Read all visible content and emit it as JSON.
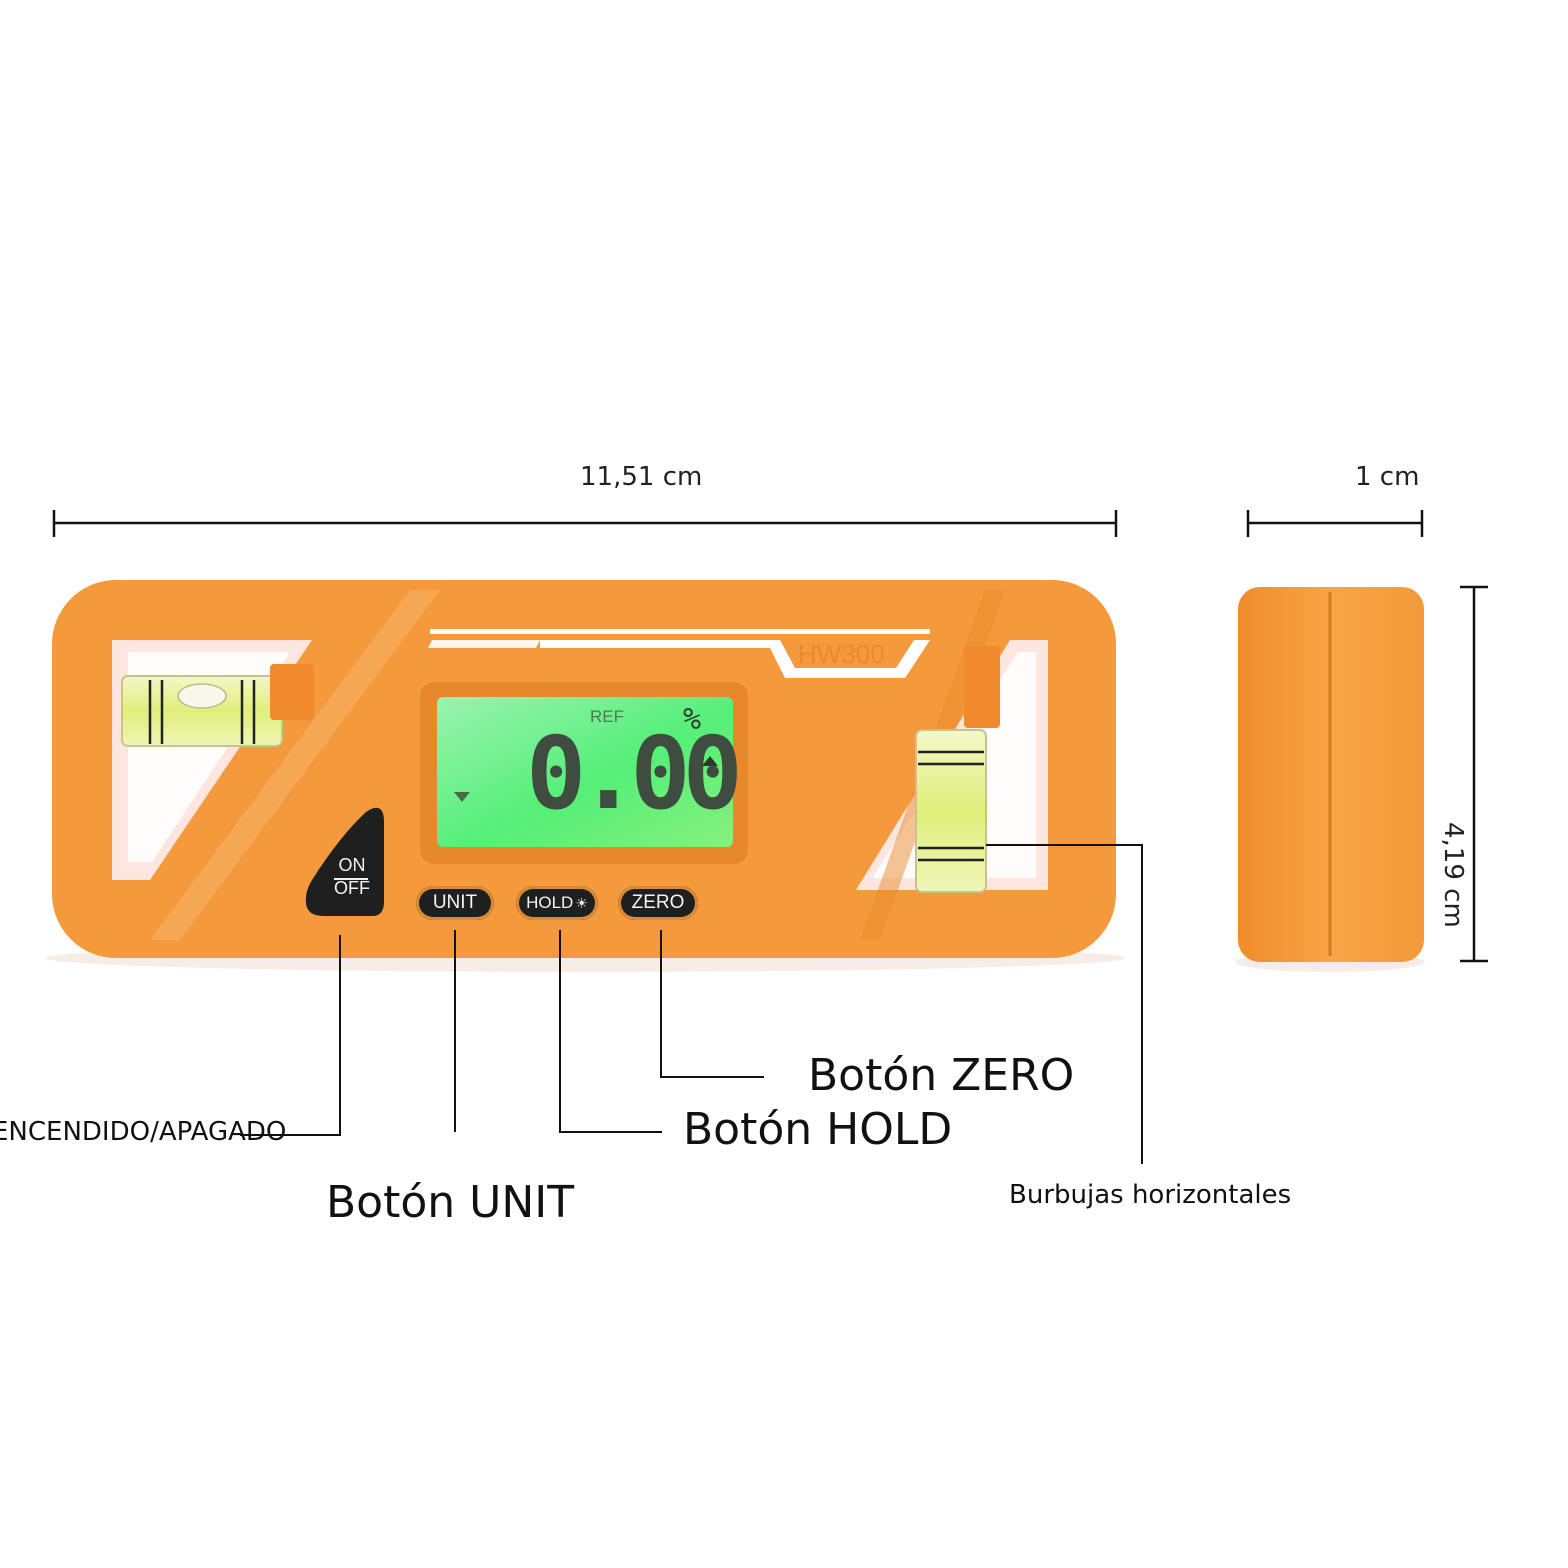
{
  "dimensions": {
    "width": "11,51 cm",
    "depth": "1 cm",
    "height": "4,19 cm"
  },
  "device": {
    "model": "HW300",
    "display": {
      "ref_label": "REF",
      "unit_symbol": "%",
      "reading": "0.00"
    },
    "buttons": {
      "power_top": "ON",
      "power_bottom": "OFF",
      "unit": "UNIT",
      "hold": "HOLD",
      "zero": "ZERO"
    }
  },
  "callouts": {
    "power": "ENCENDIDO/APAGADO",
    "unit": "Botón UNIT",
    "hold": "Botón HOLD",
    "zero": "Botón ZERO",
    "bubbles": "Burbujas horizontales"
  },
  "colors": {
    "body": "#f59a3c",
    "body_dark": "#e08026",
    "lcd": "#6cf08a",
    "button": "#1f1f1f"
  }
}
